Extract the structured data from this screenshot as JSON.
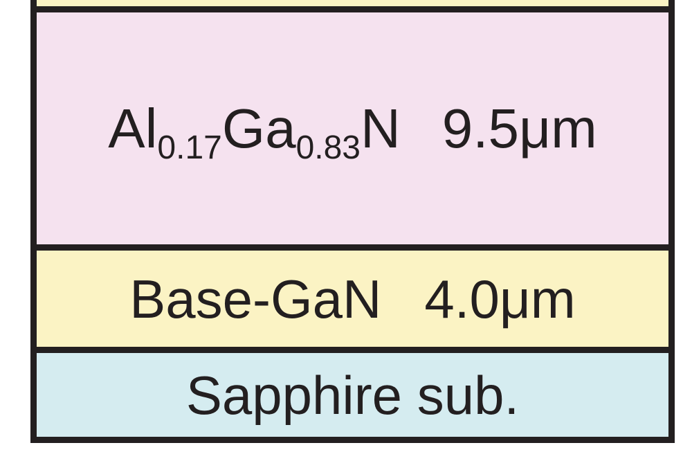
{
  "layers": {
    "algan": {
      "element_1": "Al",
      "sub_1": "0.17",
      "element_2": "Ga",
      "sub_2": "0.83",
      "element_3": "N",
      "thickness": "9.5μm"
    },
    "base": {
      "name": "Base-GaN",
      "thickness": "4.0μm"
    },
    "substrate": {
      "name": "Sapphire sub."
    }
  },
  "colors": {
    "outline": "#231f20",
    "algan_fill": "#f5e2ef",
    "gan_fill": "#fbf3c4",
    "sapphire_fill": "#d5ecf0"
  }
}
